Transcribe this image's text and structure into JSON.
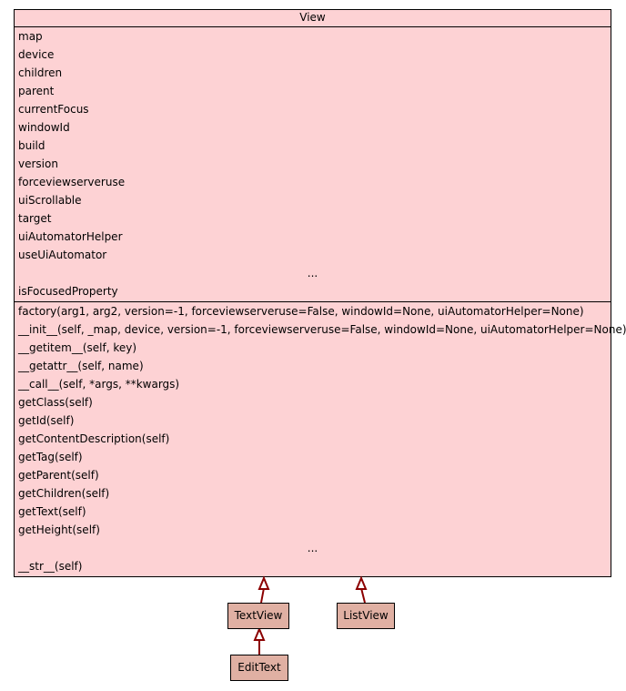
{
  "diagram": {
    "main_class": {
      "name": "View",
      "attributes": [
        "map",
        "device",
        "children",
        "parent",
        "currentFocus",
        "windowId",
        "build",
        "version",
        "forceviewserveruse",
        "uiScrollable",
        "target",
        "uiAutomatorHelper",
        "useUiAutomator",
        "...",
        "isFocusedProperty"
      ],
      "methods": [
        "factory(arg1, arg2, version=-1, forceviewserveruse=False, windowId=None, uiAutomatorHelper=None)",
        "__init__(self, _map, device, version=-1, forceviewserveruse=False, windowId=None, uiAutomatorHelper=None)",
        "__getitem__(self, key)",
        "__getattr__(self, name)",
        "__call__(self, *args, **kwargs)",
        "getClass(self)",
        "getId(self)",
        "getContentDescription(self)",
        "getTag(self)",
        "getParent(self)",
        "getChildren(self)",
        "getText(self)",
        "getHeight(self)",
        "...",
        "__str__(self)"
      ]
    },
    "subclasses": {
      "textview": "TextView",
      "listview": "ListView",
      "edittext": "EditText"
    },
    "colors": {
      "class_fill": "#fdd2d4",
      "subclass_fill": "#e0b0a3",
      "arrow": "#8b0000"
    }
  }
}
